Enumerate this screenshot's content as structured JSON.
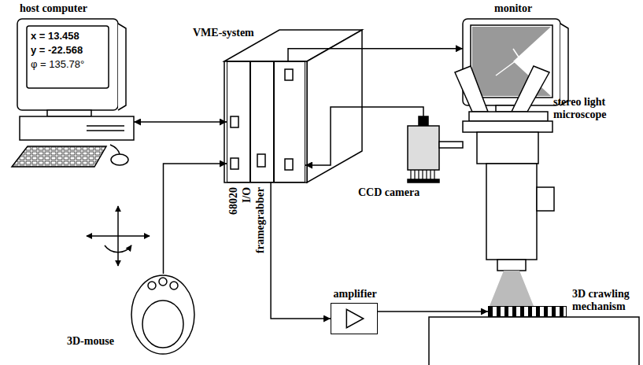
{
  "diagram": {
    "nodes": [
      {
        "text": [
          "host computer",
          "x = 13.458",
          "y = -22.568",
          "φ = 135.78°"
        ]
      },
      {
        "text": [
          "VME-system"
        ]
      },
      {
        "text": [
          "68020"
        ],
        "in": 1
      },
      {
        "text": [
          "I/O"
        ],
        "in": 1
      },
      {
        "text": [
          "framegrabber"
        ],
        "in": 1
      },
      {
        "text": [
          "monitor"
        ]
      },
      {
        "text": [
          "CCD camera"
        ]
      },
      {
        "text": [
          "stereo light microscope"
        ]
      },
      {
        "text": [
          "3D-mouse"
        ]
      },
      {
        "text": [
          "amplifier"
        ]
      },
      {
        "text": [
          "3D crawling mechanism"
        ]
      }
    ],
    "edges": [
      {
        "from": 0,
        "to": 2,
        "arrow": "both"
      },
      {
        "from": 4,
        "to": 5,
        "arrow": "to"
      },
      {
        "from": 6,
        "to": 4,
        "arrow": "to"
      },
      {
        "from": 8,
        "to": 2,
        "arrow": "to"
      },
      {
        "from": 3,
        "to": 9,
        "arrow": "to"
      },
      {
        "from": 9,
        "to": 10,
        "arrow": "to"
      }
    ]
  }
}
